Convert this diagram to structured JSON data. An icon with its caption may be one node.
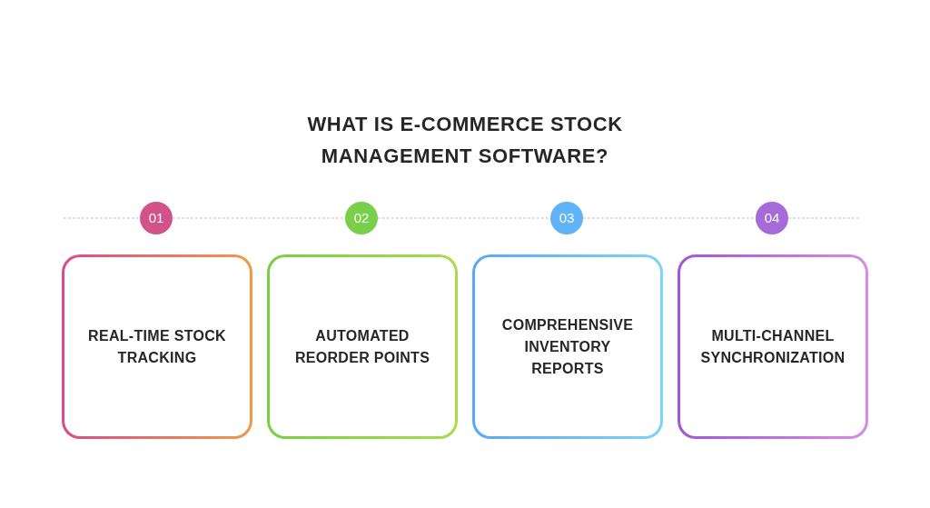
{
  "diagram": {
    "title": "WHAT IS E-COMMERCE STOCK MANAGEMENT SOFTWARE?",
    "nodes": [
      {
        "text": [
          "01"
        ]
      },
      {
        "text": [
          "02"
        ]
      },
      {
        "text": [
          "03"
        ]
      },
      {
        "text": [
          "04"
        ]
      },
      {
        "text": [
          "REAL-TIME STOCK TRACKING"
        ]
      },
      {
        "text": [
          "AUTOMATED REORDER POINTS"
        ]
      },
      {
        "text": [
          "COMPREHENSIVE INVENTORY REPORTS"
        ]
      },
      {
        "text": [
          "MULTI-CHANNEL SYNCHRONIZATION"
        ]
      }
    ],
    "edges": [
      {
        "from": null,
        "to": 0,
        "arrow": "none",
        "style": "dashed"
      },
      {
        "from": 0,
        "to": 1,
        "arrow": "none",
        "style": "dashed"
      },
      {
        "from": 1,
        "to": 2,
        "arrow": "none",
        "style": "dashed"
      },
      {
        "from": 2,
        "to": 3,
        "arrow": "none",
        "style": "dashed"
      },
      {
        "from": 3,
        "to": null,
        "arrow": "none",
        "style": "dashed"
      }
    ]
  }
}
